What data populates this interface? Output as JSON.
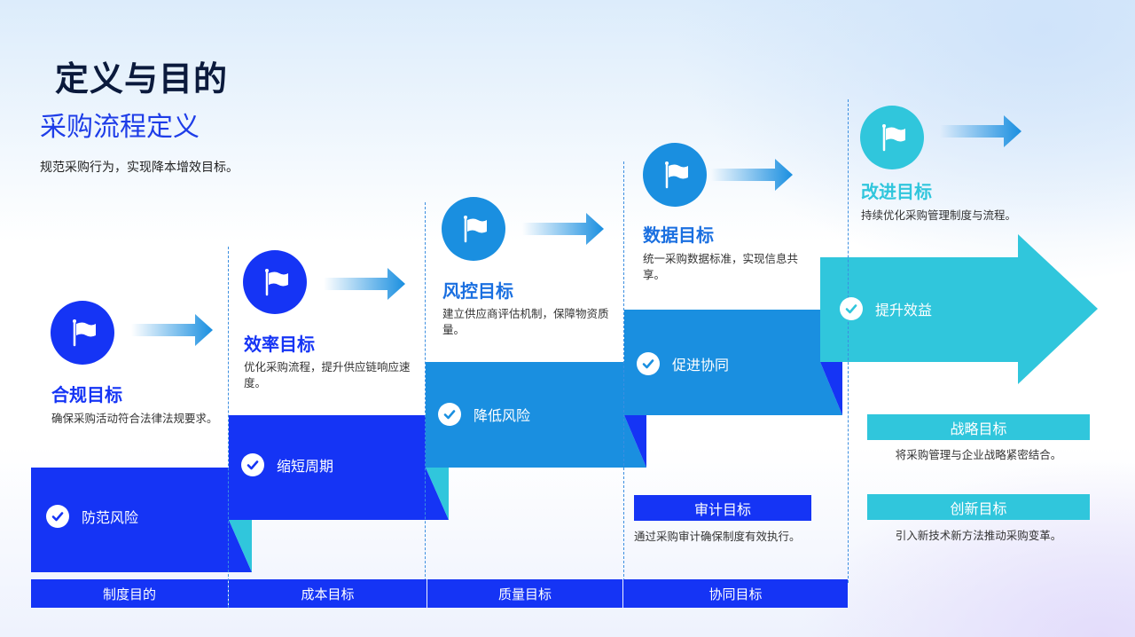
{
  "header": {
    "title": "定义与目的",
    "subtitle": "采购流程定义",
    "description": "规范采购行为，实现降本增效目标。"
  },
  "colors": {
    "primary_blue": "#1534f5",
    "mid_blue": "#1a8fe0",
    "teal": "#30c6dc",
    "dark_text": "#0b1a3c"
  },
  "goals": [
    {
      "title": "合规目标",
      "desc": "确保采购活动符合法律法规要求。",
      "step_label": "防范风险",
      "icon": "flag-icon"
    },
    {
      "title": "效率目标",
      "desc": "优化采购流程，提升供应链响应速度。",
      "step_label": "缩短周期",
      "icon": "flag-icon"
    },
    {
      "title": "风控目标",
      "desc": "建立供应商评估机制，保障物资质量。",
      "step_label": "降低风险",
      "icon": "flag-icon"
    },
    {
      "title": "数据目标",
      "desc": "统一采购数据标准，实现信息共享。",
      "step_label": "促进协同",
      "icon": "flag-icon"
    },
    {
      "title": "改进目标",
      "desc": "持续优化采购管理制度与流程。",
      "step_label": "提升效益",
      "icon": "flag-icon"
    }
  ],
  "bottom_bar": [
    "制度目的",
    "成本目标",
    "质量目标",
    "协同目标"
  ],
  "side_tags": [
    {
      "label": "审计目标",
      "desc": "通过采购审计确保制度有效执行。"
    },
    {
      "label": "战略目标",
      "desc": "将采购管理与企业战略紧密结合。"
    },
    {
      "label": "创新目标",
      "desc": "引入新技术新方法推动采购变革。"
    }
  ]
}
